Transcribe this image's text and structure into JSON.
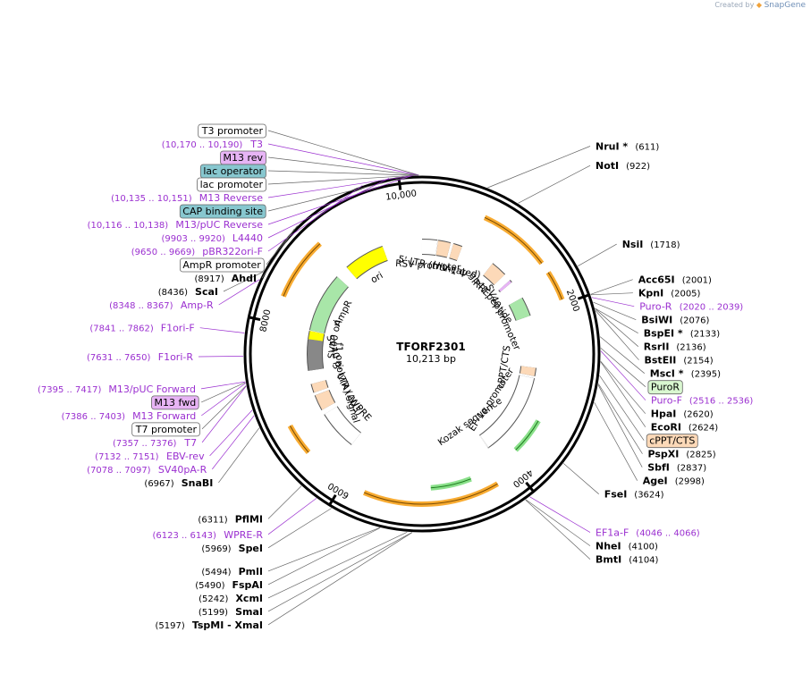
{
  "watermark": {
    "created_by": "Created by",
    "brand": "SnapGene"
  },
  "plasmid": {
    "name": "TFORF2301",
    "length_label": "10,213 bp",
    "length": 10213
  },
  "colors": {
    "primer": "#9b30d0",
    "enzyme": "#000000",
    "cds": "#f7a21b",
    "orf": "#b0f0b0",
    "feature_ins": "#a8e6a8",
    "yellow": "#ffff00",
    "lac": "#87c7cf",
    "green_site": "#d9f7d0",
    "orange_site": "#fcd9b8",
    "purple_site": "#e7b4f5"
  },
  "ticks": [
    {
      "pos": 2000,
      "label": "2000"
    },
    {
      "pos": 4000,
      "label": "4000"
    },
    {
      "pos": 6000,
      "label": "6000"
    },
    {
      "pos": 8000,
      "label": "8000"
    },
    {
      "pos": 10000,
      "label": "10,000"
    }
  ],
  "enzymes": [
    {
      "name": "NruI *",
      "pos": 611,
      "pos_label": "(611)"
    },
    {
      "name": "NotI",
      "pos": 922,
      "pos_label": "(922)"
    },
    {
      "name": "NsiI",
      "pos": 1718,
      "pos_label": "(1718)"
    },
    {
      "name": "Acc65I",
      "pos": 2001,
      "pos_label": "(2001)"
    },
    {
      "name": "KpnI",
      "pos": 2005,
      "pos_label": "(2005)"
    },
    {
      "name": "BsiWI",
      "pos": 2076,
      "pos_label": "(2076)"
    },
    {
      "name": "BspEI *",
      "pos": 2133,
      "pos_label": "(2133)"
    },
    {
      "name": "RsrII",
      "pos": 2136,
      "pos_label": "(2136)"
    },
    {
      "name": "BstEII",
      "pos": 2154,
      "pos_label": "(2154)"
    },
    {
      "name": "MscI *",
      "pos": 2395,
      "pos_label": "(2395)"
    },
    {
      "name": "HpaI",
      "pos": 2620,
      "pos_label": "(2620)"
    },
    {
      "name": "EcoRI",
      "pos": 2624,
      "pos_label": "(2624)"
    },
    {
      "name": "PspXI",
      "pos": 2825,
      "pos_label": "(2825)"
    },
    {
      "name": "SbfI",
      "pos": 2837,
      "pos_label": "(2837)"
    },
    {
      "name": "AgeI",
      "pos": 2998,
      "pos_label": "(2998)"
    },
    {
      "name": "FseI",
      "pos": 3624,
      "pos_label": "(3624)"
    },
    {
      "name": "NheI",
      "pos": 4100,
      "pos_label": "(4100)"
    },
    {
      "name": "BmtI",
      "pos": 4104,
      "pos_label": "(4104)"
    },
    {
      "name": "TspMI - XmaI",
      "pos": 5197,
      "pos_label": "(5197)"
    },
    {
      "name": "SmaI",
      "pos": 5199,
      "pos_label": "(5199)"
    },
    {
      "name": "XcmI",
      "pos": 5242,
      "pos_label": "(5242)"
    },
    {
      "name": "FspAI",
      "pos": 5490,
      "pos_label": "(5490)"
    },
    {
      "name": "PmlI",
      "pos": 5494,
      "pos_label": "(5494)"
    },
    {
      "name": "SpeI",
      "pos": 5969,
      "pos_label": "(5969)"
    },
    {
      "name": "PflMI",
      "pos": 6311,
      "pos_label": "(6311)"
    },
    {
      "name": "SnaBI",
      "pos": 6967,
      "pos_label": "(6967)"
    },
    {
      "name": "ScaI",
      "pos": 8436,
      "pos_label": "(8436)"
    },
    {
      "name": "AhdI",
      "pos": 8917,
      "pos_label": "(8917)"
    }
  ],
  "primers": [
    {
      "name": "T3",
      "range": "(10,170 .. 10,190)",
      "pos": 10180
    },
    {
      "name": "M13 Reverse",
      "range": "(10,135 .. 10,151)",
      "pos": 10143
    },
    {
      "name": "M13/pUC Reverse",
      "range": "(10,116 .. 10,138)",
      "pos": 10127
    },
    {
      "name": "L4440",
      "range": "(9903 .. 9920)",
      "pos": 9911
    },
    {
      "name": "pBR322ori-F",
      "range": "(9650 .. 9669)",
      "pos": 9660
    },
    {
      "name": "Amp-R",
      "range": "(8348 .. 8367)",
      "pos": 8358
    },
    {
      "name": "F1ori-F",
      "range": "(7841 .. 7862)",
      "pos": 7851
    },
    {
      "name": "F1ori-R",
      "range": "(7631 .. 7650)",
      "pos": 7640
    },
    {
      "name": "M13/pUC Forward",
      "range": "(7395 .. 7417)",
      "pos": 7406
    },
    {
      "name": "M13 Forward",
      "range": "(7386 .. 7403)",
      "pos": 7394
    },
    {
      "name": "T7",
      "range": "(7357 .. 7376)",
      "pos": 7366
    },
    {
      "name": "EBV-rev",
      "range": "(7132 .. 7151)",
      "pos": 7141
    },
    {
      "name": "SV40pA-R",
      "range": "(7078 .. 7097)",
      "pos": 7088
    },
    {
      "name": "WPRE-R",
      "range": "(6123 .. 6143)",
      "pos": 6133
    },
    {
      "name": "EF1a-F",
      "range": "(4046 .. 4066)",
      "pos": 4056
    },
    {
      "name": "Puro-R",
      "range": "(2020 .. 2039)",
      "pos": 2030
    },
    {
      "name": "Puro-F",
      "range": "(2516 .. 2536)",
      "pos": 2526
    }
  ],
  "boxed_labels": [
    {
      "name": "T3 promoter",
      "pos": 10185
    },
    {
      "name": "M13 rev",
      "pos": 10175
    },
    {
      "name": "lac operator",
      "pos": 10160
    },
    {
      "name": "lac promoter",
      "pos": 10150
    },
    {
      "name": "CAP binding site",
      "pos": 10140
    },
    {
      "name": "AmpR promoter",
      "pos": 8960
    },
    {
      "name": "M13 fwd",
      "pos": 7400
    },
    {
      "name": "T7 promoter",
      "pos": 7370
    },
    {
      "name": "PuroR",
      "pos": 2500
    },
    {
      "name": "cPPT/CTS",
      "pos": 2750
    }
  ],
  "inner_features": [
    {
      "name": "RSV promoter",
      "start": 0,
      "end": 220
    },
    {
      "name": "5' LTR (truncated)",
      "start": 230,
      "end": 410
    },
    {
      "name": "HIV-1 Ψ",
      "start": 450,
      "end": 580
    },
    {
      "name": "RRE",
      "start": 1075,
      "end": 1310
    },
    {
      "name": "gp41 peptide",
      "start": 1420,
      "end": 1460
    },
    {
      "name": "SV40 promoter",
      "start": 1720,
      "end": 2000
    },
    {
      "name": "cPPT/CTS",
      "start": 2750,
      "end": 2870
    },
    {
      "name": "EF-1α promoter",
      "start": 2900,
      "end": 4100
    },
    {
      "name": "Kozak sequence",
      "start": 4100,
      "end": 4110
    },
    {
      "name": "WPRE",
      "start": 6180,
      "end": 6760
    },
    {
      "name": "3' LTR (ΔU3)",
      "start": 6830,
      "end": 7060
    },
    {
      "name": "SV40 poly(A) signal",
      "start": 7100,
      "end": 7230
    },
    {
      "name": "f1 ori",
      "start": 7420,
      "end": 7870
    },
    {
      "name": "SV40 ori",
      "start": 7870,
      "end": 7990
    },
    {
      "name": "AmpR",
      "start": 8000,
      "end": 8860
    },
    {
      "name": "ori",
      "start": 9050,
      "end": 9640
    }
  ]
}
